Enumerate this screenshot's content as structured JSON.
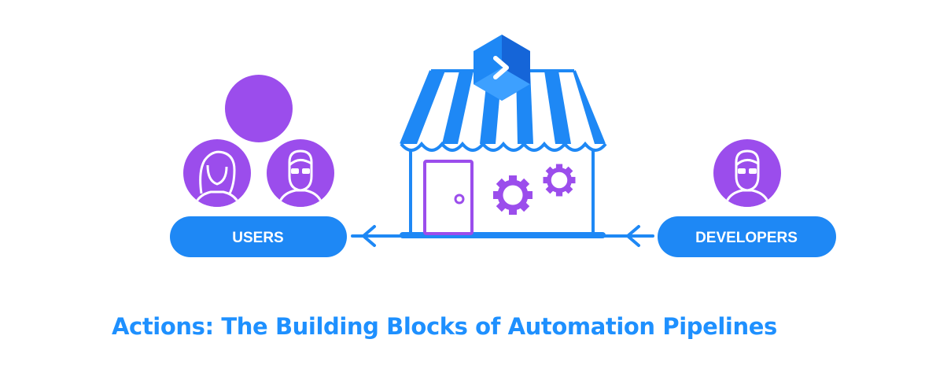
{
  "users_label": "USERS",
  "developers_label": "DEVELOPERS",
  "caption": "Actions: The Building Blocks of Automation Pipelines",
  "colors": {
    "blue": "#1e88f5",
    "purple": "#9b4dec",
    "text_blue": "#1e90ff"
  },
  "icons": [
    "user-avatar-icon",
    "store-icon",
    "door-icon",
    "gear-icon",
    "logo-chevron-icon",
    "arrow-left-icon"
  ]
}
